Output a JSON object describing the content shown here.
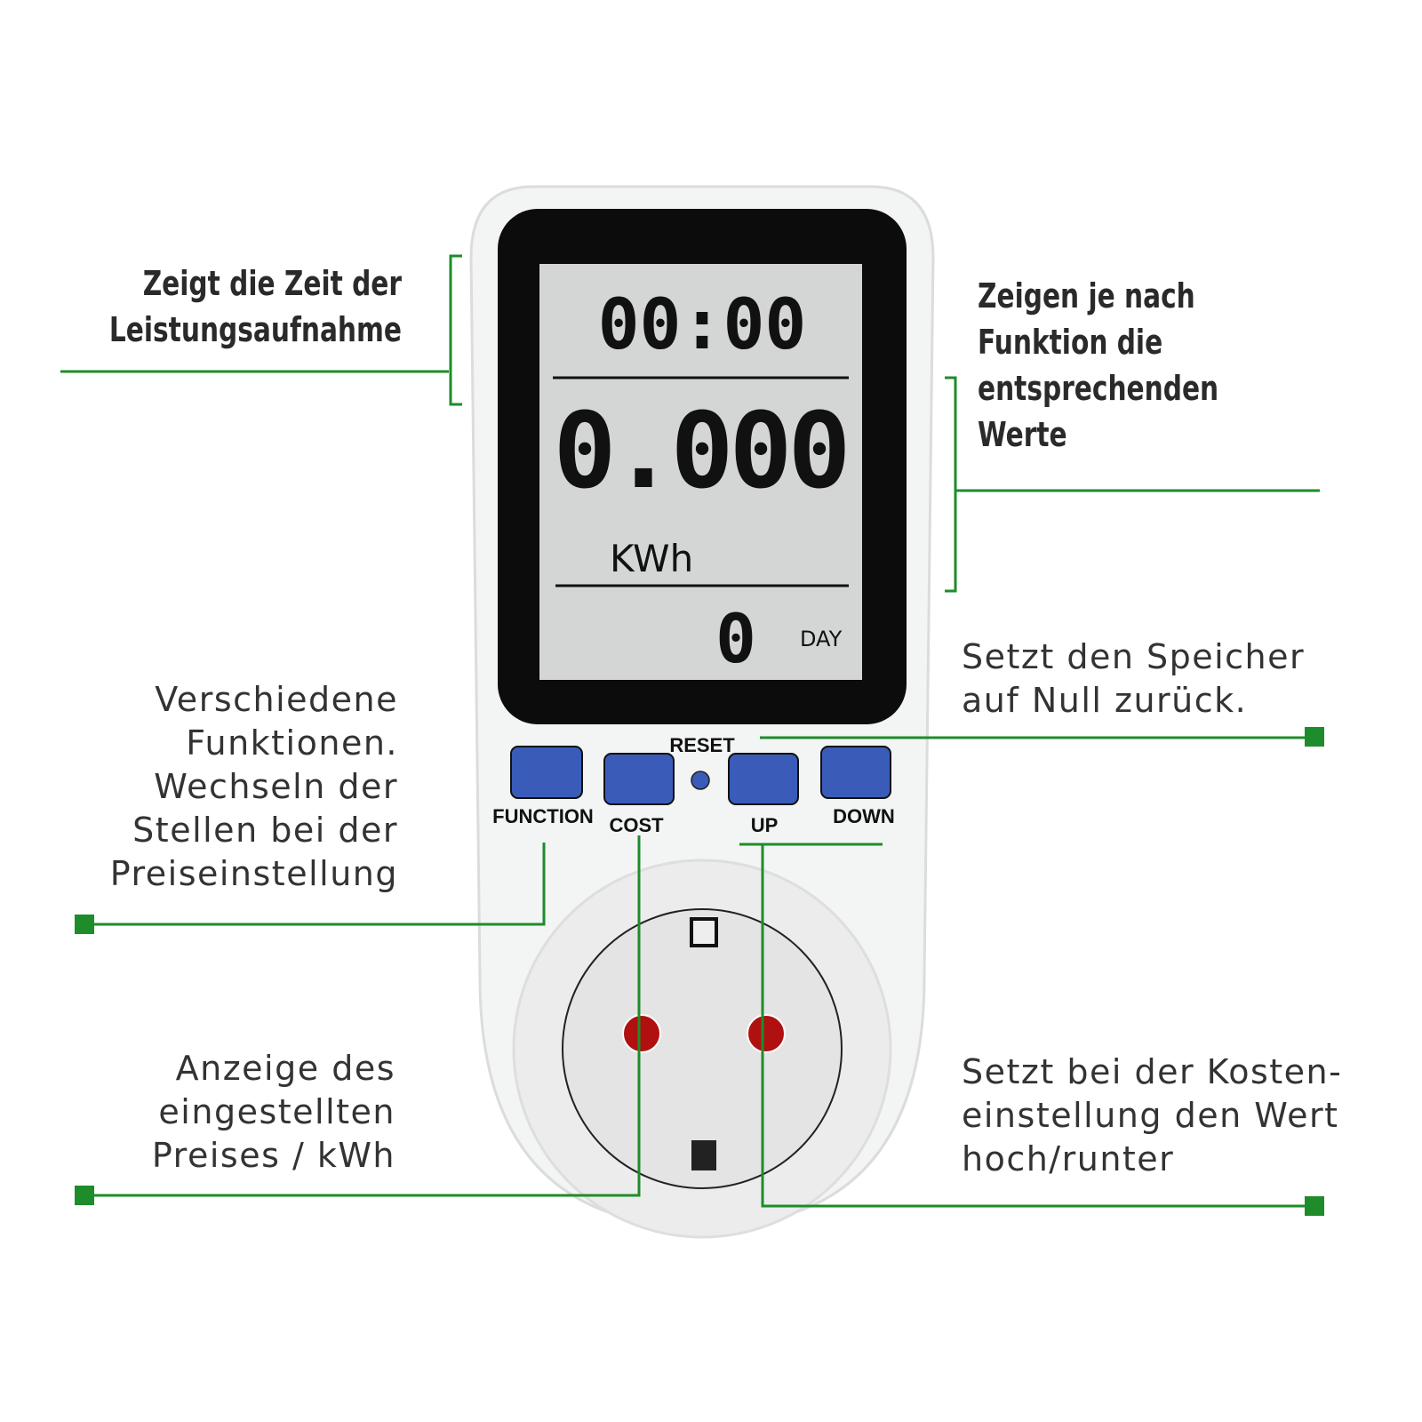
{
  "colors": {
    "accent_line": "#1e8c2a",
    "button": "#3a5cb8",
    "lcd": "#d4d6d6",
    "socket_contact": "#b01010"
  },
  "display": {
    "time": "00:00",
    "energy": "0.000",
    "unit": "KWh",
    "days": "0",
    "days_label": "DAY"
  },
  "buttons": {
    "function": "FUNCTION",
    "cost": "COST",
    "reset": "RESET",
    "up": "UP",
    "down": "DOWN"
  },
  "callouts": {
    "time": [
      "Zeigt die Zeit der",
      "Leistungsaufnahme"
    ],
    "values": [
      "Zeigen je nach",
      "Funktion die",
      "entsprechenden",
      "Werte"
    ],
    "reset": [
      "Setzt den Speicher",
      "auf Null zurück."
    ],
    "function": [
      "Verschiedene",
      "Funktionen.",
      "Wechseln der",
      "Stellen bei der",
      "Preiseinstellung"
    ],
    "cost": [
      "Anzeige des",
      "eingestellten",
      "Preises / kWh"
    ],
    "updown": [
      "Setzt bei der Kosten-",
      "einstellung den Wert",
      "hoch/runter"
    ]
  }
}
